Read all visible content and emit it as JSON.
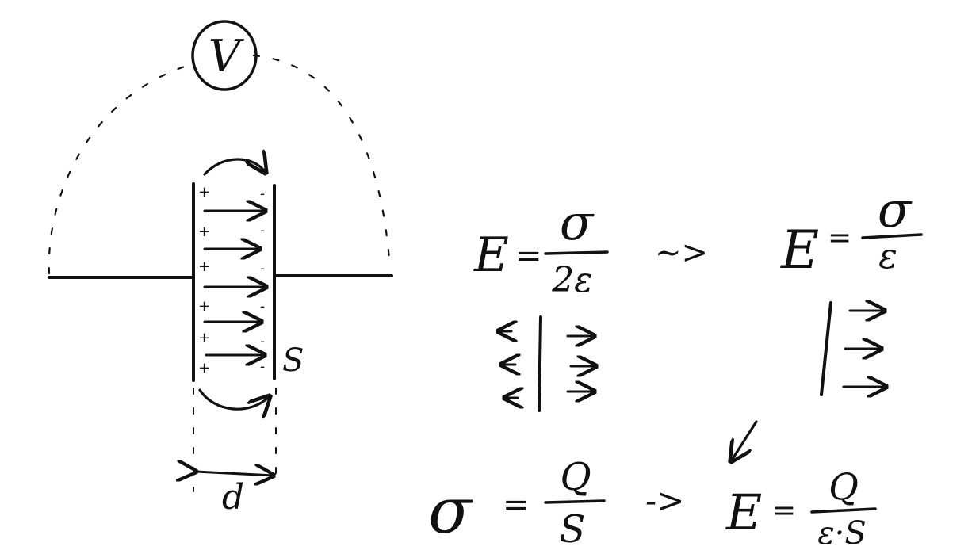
{
  "colors": {
    "ink": "#111111",
    "background": "#ffffff"
  },
  "circuit": {
    "voltmeter_label": "V",
    "area_label": "S",
    "gap_label": "d",
    "plate_sign_positive": "+",
    "plate_sign_negative": "-"
  },
  "equations": {
    "single_plate": {
      "lhs": "E",
      "eq": "=",
      "numerator": "σ",
      "denominator": "2ε"
    },
    "transition_arrow": "~>",
    "two_plates": {
      "lhs": "E",
      "eq": "=",
      "numerator": "σ",
      "denominator": "ε"
    },
    "charge_density": {
      "lhs": "σ",
      "eq": "=",
      "numerator": "Q",
      "denominator": "S"
    },
    "implies_arrow": "->",
    "final": {
      "lhs": "E",
      "eq": "=",
      "numerator": "Q",
      "denominator": "ε·S"
    }
  }
}
